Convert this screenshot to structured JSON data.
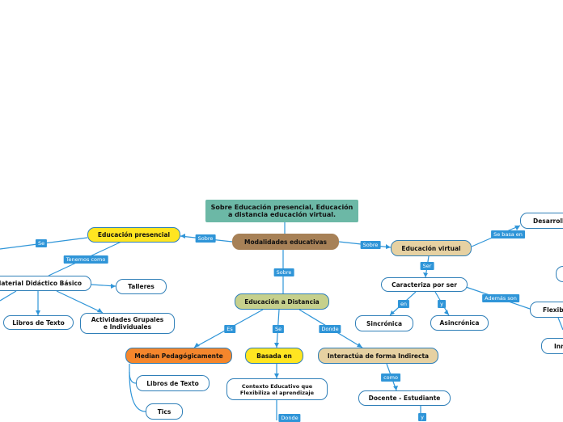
{
  "colors": {
    "line": "#2f95d8",
    "title_bg": "#6cb8a6",
    "central_bg": "#a78157",
    "yellow": "#ffe521",
    "green": "#c6d08c",
    "tan": "#e6d1a2",
    "orange": "#f5862c"
  },
  "nodes": {
    "title": "Sobre Educación presencial, Educación\na distancia educación virtual.",
    "central": "Modalidades educativas",
    "presencial": "Educación presencial",
    "distancia": "Educación a Distancia",
    "virtual": "Educación virtual",
    "material": "Material Didáctico Básico",
    "talleres": "Talleres",
    "libros1": "Libros de Texto",
    "actividades": "Actividades Grupales\ne Individuales",
    "median": "Median Pedagógicamente",
    "libros2": "Libros de Texto",
    "tics": "Tics",
    "basada": "Basada en",
    "contexto": "Contexto Educativo que\nFlexibiliza el aprendizaje",
    "interactua": "Interactúa de forma Indirecta",
    "docente": "Docente - Estudiante",
    "caracteriza": "Caracteriza por ser",
    "sincronica": "Sincrónica",
    "asincronica": "Asincrónica",
    "desarrollo": "Desarrollo",
    "flexibilidad": "Flexibili",
    "inm": "Inm"
  },
  "labels": {
    "se": "Se",
    "sobre_left": "Sobre",
    "sobre_down": "Sobre",
    "sobre_right": "Sobre",
    "tenemos": "Tenemos como",
    "es": "Es",
    "se2": "Se",
    "donde": "Donde",
    "donde2": "Donde",
    "como": "como",
    "y_docente": "y",
    "ser": "Ser",
    "en": "en",
    "y": "y",
    "se_basa": "Se basa en",
    "ademas": "Además son"
  }
}
